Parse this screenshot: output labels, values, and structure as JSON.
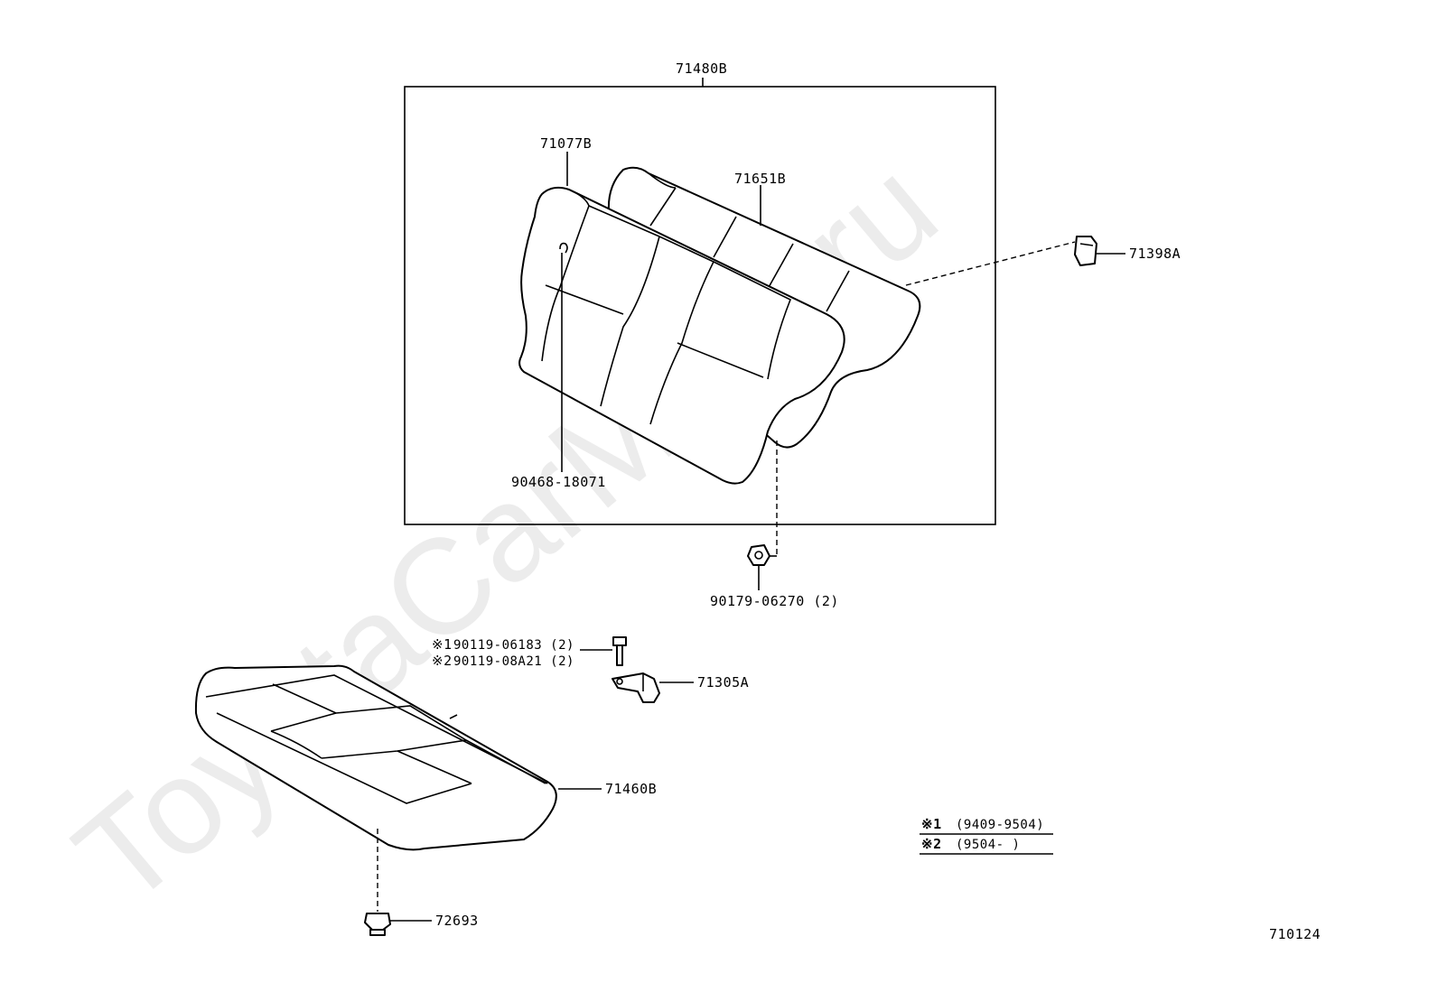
{
  "watermark": "ToyotaCarMine.ru",
  "labels": {
    "assembly": "71480B",
    "back_cover": "71077B",
    "back_pad": "71651B",
    "lock": "71398A",
    "hog_ring": "90468-18071",
    "nut": "90179-06270 (2)",
    "bolt_1_mark": "※1",
    "bolt_1": "90119-06183 (2)",
    "bolt_2_mark": "※2",
    "bolt_2": "90119-08A21 (2)",
    "bracket": "71305A",
    "cushion": "71460B",
    "clip": "72693"
  },
  "legend": {
    "row1_mark": "※1",
    "row1_text": "(9409-9504)",
    "row2_mark": "※2",
    "row2_text": "(9504-      )"
  },
  "figure_number": "710124"
}
